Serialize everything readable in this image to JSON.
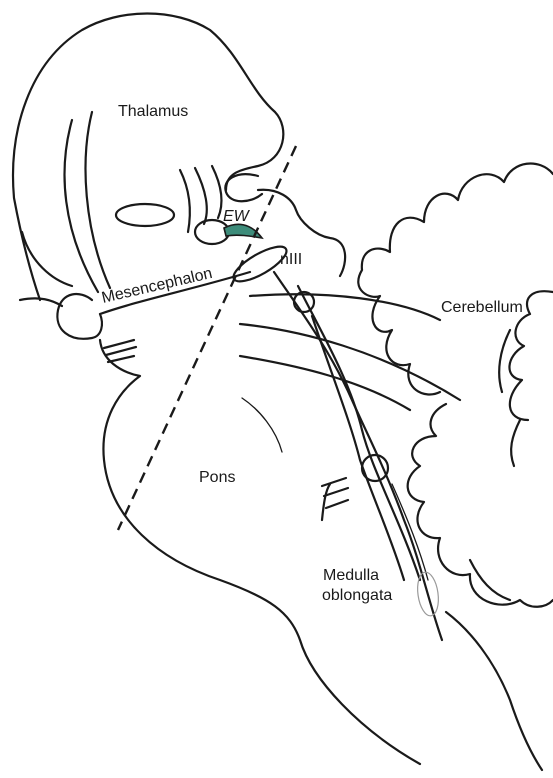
{
  "labels": {
    "thalamus": "Thalamus",
    "ew": "EW",
    "niii": "nIII",
    "mesencephalon": "Mesencephalon",
    "cerebellum": "Cerebellum",
    "pons": "Pons",
    "medulla_line1": "Medulla",
    "medulla_line2": "oblongata"
  },
  "colors": {
    "outline": "#1a1a1a",
    "ew_nucleus": "#3d8c7a"
  }
}
